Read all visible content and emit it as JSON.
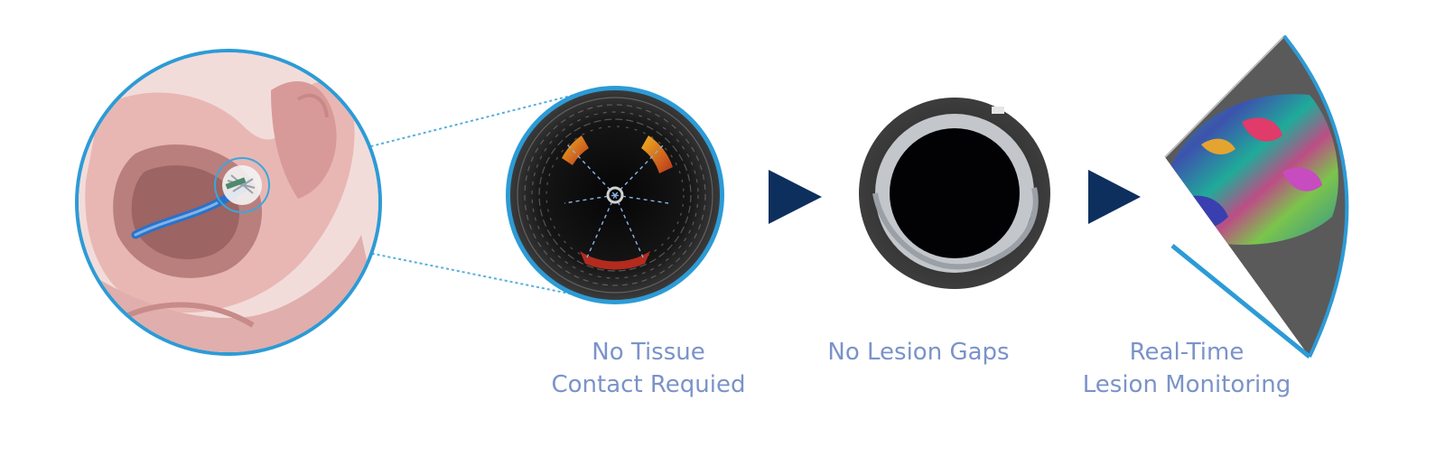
{
  "steps": [
    {
      "line1": "No Tissue",
      "line2": "Contact Requied"
    },
    {
      "line1": "No Lesion Gaps"
    },
    {
      "line1": "Real-Time",
      "line2": "Lesion Monitoring"
    }
  ],
  "colors": {
    "ring_blue": "#2c9bd6",
    "arrow_navy": "#0d2f5e",
    "caption_blue": "#7a93c9",
    "tissue_pink": "#e8b7b4",
    "catheter_blue": "#2a72c9"
  },
  "icons": [
    "heart-anatomy-illustration",
    "ultrasound-ring-image",
    "ablation-ring-image",
    "elastography-sector-image",
    "right-triangle-arrow-icon"
  ]
}
